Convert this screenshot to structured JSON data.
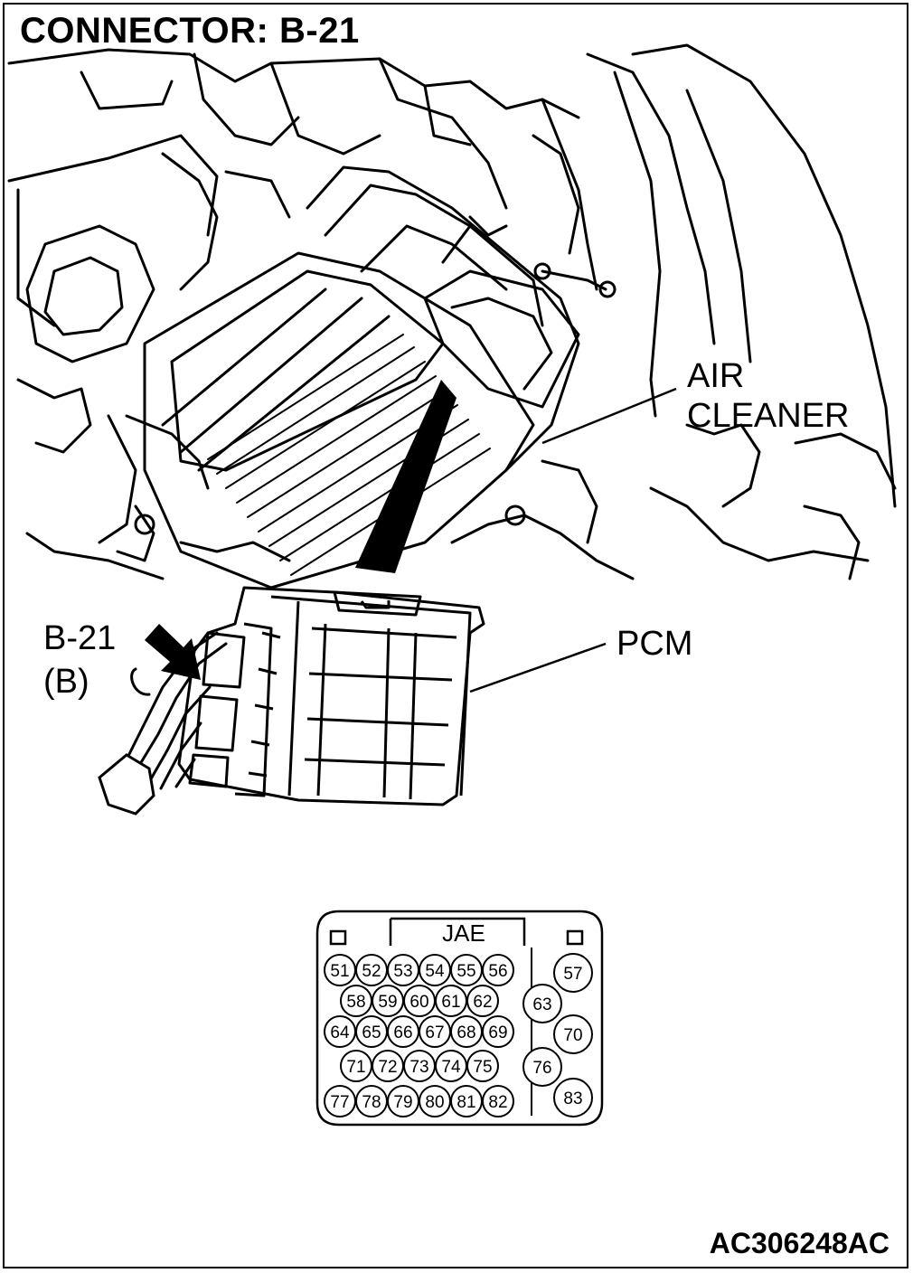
{
  "title": "CONNECTOR: B-21",
  "labels": {
    "air_cleaner_line1": "AIR",
    "air_cleaner_line2": "CLEANER",
    "connector_line1": "B-21",
    "connector_line2": "(B)",
    "pcm": "PCM"
  },
  "connector_face": {
    "brand": "JAE",
    "pins": [
      "51",
      "52",
      "53",
      "54",
      "55",
      "56",
      "57",
      "58",
      "59",
      "60",
      "61",
      "62",
      "63",
      "64",
      "65",
      "66",
      "67",
      "68",
      "69",
      "70",
      "71",
      "72",
      "73",
      "74",
      "75",
      "76",
      "77",
      "78",
      "79",
      "80",
      "81",
      "82",
      "83"
    ]
  },
  "figure_code": "AC306248AC"
}
